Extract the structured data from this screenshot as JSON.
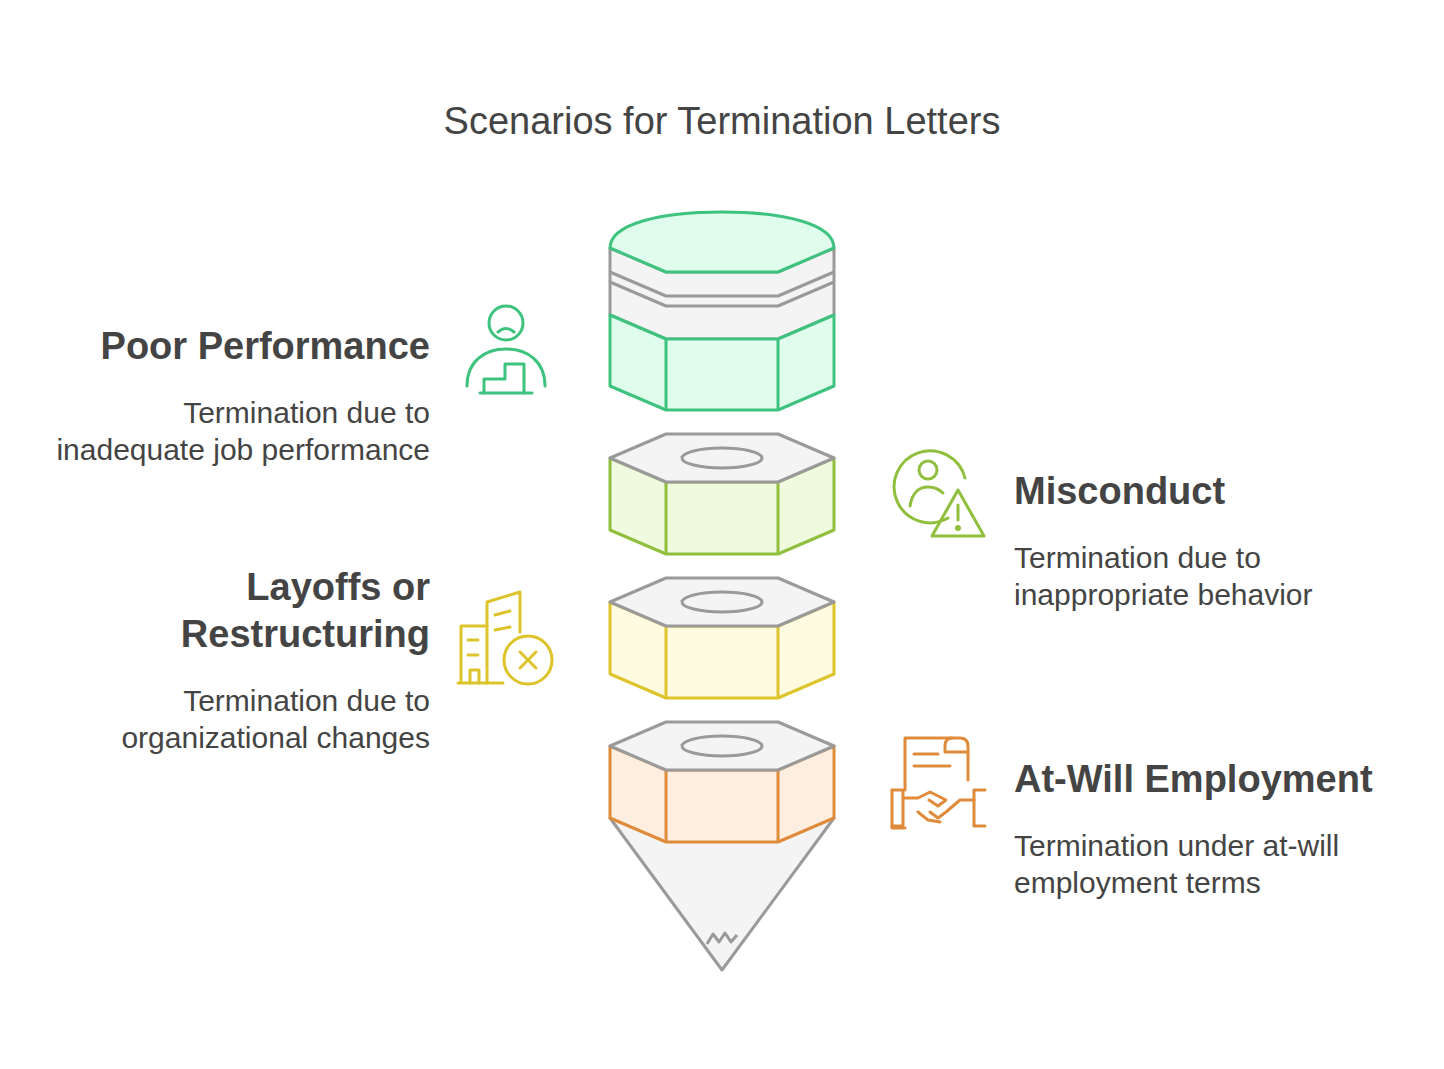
{
  "diagram": {
    "title": "Scenarios for Termination Letters",
    "nodes": [
      {
        "text": [
          "Poor Performance",
          "Termination due to inadequate job performance"
        ]
      },
      {
        "text": [
          "Misconduct",
          "Termination due to inappropriate behavior"
        ]
      },
      {
        "text": [
          "Layoffs or Restructuring",
          "Termination due to organizational changes"
        ]
      },
      {
        "text": [
          "At-Will Employment",
          "Termination under at-will employment terms"
        ]
      }
    ]
  }
}
